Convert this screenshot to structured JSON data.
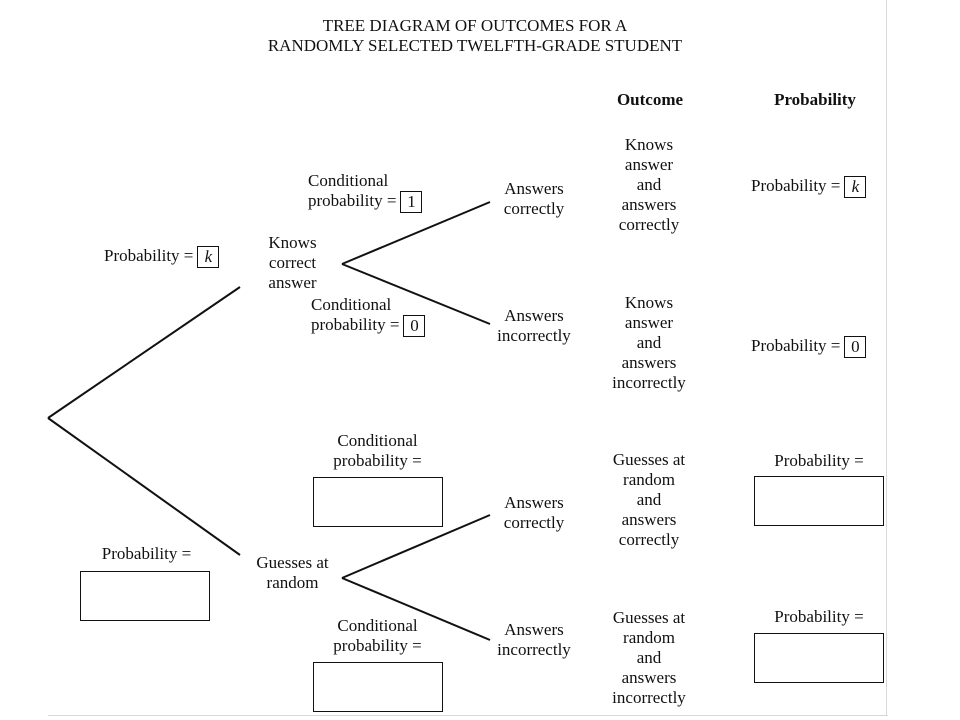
{
  "title": {
    "line1": "TREE DIAGRAM OF OUTCOMES FOR A",
    "line2": "RANDOMLY SELECTED TWELFTH-GRADE STUDENT"
  },
  "headers": {
    "outcome": "Outcome",
    "probability": "Probability"
  },
  "level1": {
    "knows": {
      "label_lines": [
        "Knows",
        "correct",
        "answer"
      ],
      "prob_label": "Probability =",
      "prob_value": "k"
    },
    "guesses": {
      "label_lines": [
        "Guesses at",
        "random"
      ],
      "prob_label": "Probability =",
      "prob_value": ""
    }
  },
  "level2": {
    "knows_correct": {
      "label_lines": [
        "Answers",
        "correctly"
      ],
      "cond_lines": [
        "Conditional",
        "probability ="
      ],
      "cond_value": "1"
    },
    "knows_incorrect": {
      "label_lines": [
        "Answers",
        "incorrectly"
      ],
      "cond_lines": [
        "Conditional",
        "probability ="
      ],
      "cond_value": "0"
    },
    "guess_correct": {
      "label_lines": [
        "Answers",
        "correctly"
      ],
      "cond_lines": [
        "Conditional",
        "probability ="
      ],
      "cond_value": ""
    },
    "guess_incorrect": {
      "label_lines": [
        "Answers",
        "incorrectly"
      ],
      "cond_lines": [
        "Conditional",
        "probability ="
      ],
      "cond_value": ""
    }
  },
  "outcomes": [
    {
      "lines": [
        "Knows",
        "answer",
        "and",
        "answers",
        "correctly"
      ],
      "prob_label": "Probability =",
      "prob_value": "k"
    },
    {
      "lines": [
        "Knows",
        "answer",
        "and",
        "answers",
        "incorrectly"
      ],
      "prob_label": "Probability =",
      "prob_value": "0"
    },
    {
      "lines": [
        "Guesses at",
        "random",
        "and",
        "answers",
        "correctly"
      ],
      "prob_label": "Probability =",
      "prob_value": ""
    },
    {
      "lines": [
        "Guesses at",
        "random",
        "and",
        "answers",
        "incorrectly"
      ],
      "prob_label": "Probability =",
      "prob_value": ""
    }
  ]
}
